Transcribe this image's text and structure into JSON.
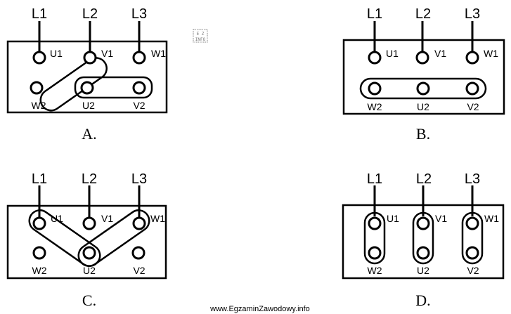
{
  "line_labels": [
    "L1",
    "L2",
    "L3"
  ],
  "top_terminals": [
    "U1",
    "V1",
    "W1"
  ],
  "bottom_terminals": [
    "W2",
    "U2",
    "V2"
  ],
  "panels": [
    {
      "id": "A",
      "caption": "A."
    },
    {
      "id": "B",
      "caption": "B."
    },
    {
      "id": "C",
      "caption": "C."
    },
    {
      "id": "D",
      "caption": "D."
    }
  ],
  "logo": {
    "line1": "E Z",
    "line2": "INFO"
  },
  "footer": {
    "site": "www.EgzaminZawodowy.info"
  }
}
